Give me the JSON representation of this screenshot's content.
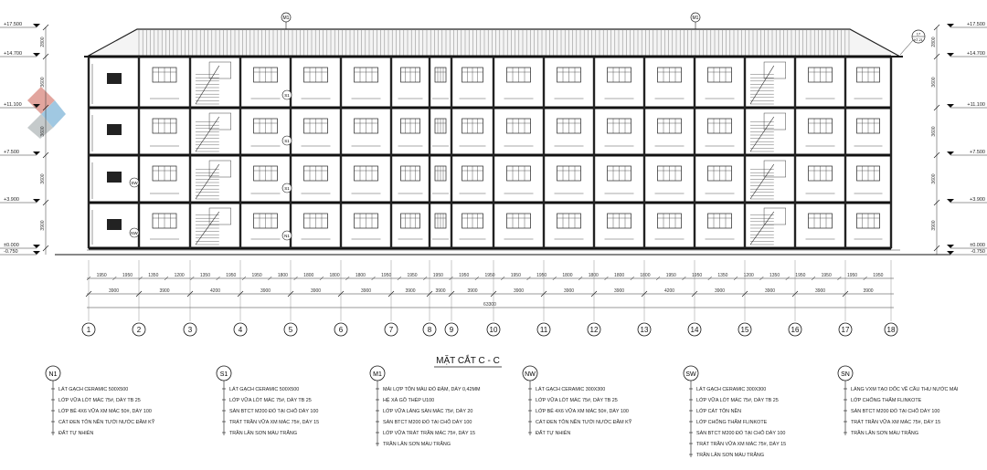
{
  "section_title": "MẶT CẮT C - C",
  "total_dimension": "63300",
  "levels_left": [
    "+17.500",
    "+14.700",
    "+11.100",
    "+7.500",
    "+3.900",
    "±0.000",
    "-0.750"
  ],
  "levels_right": [
    "+17.500",
    "+14.700",
    "+11.100",
    "+7.500",
    "+3.900",
    "±0.000",
    "-0.750"
  ],
  "vertical_dims": [
    "2800",
    "3600",
    "3600",
    "3600",
    "3900",
    "750"
  ],
  "bay_dims": [
    "3900",
    "3900",
    "4200",
    "3900",
    "3900",
    "3900",
    "3900",
    "3900",
    "3900",
    "3900",
    "3900",
    "3900",
    "4200",
    "3900",
    "3900",
    "3900",
    "3900"
  ],
  "sub_dims": [
    "1950",
    "1950",
    "1350",
    "1200",
    "1350",
    "1950",
    "1950",
    "1800",
    "1800",
    "1800",
    "1800",
    "1950",
    "1950",
    "1950",
    "1950",
    "1950",
    "1950",
    "1950",
    "1800",
    "1800",
    "1800",
    "1800",
    "1950",
    "1950",
    "1350",
    "1200",
    "1350",
    "1950",
    "1950",
    "1950",
    "1950"
  ],
  "grid_axes": [
    "1",
    "2",
    "3",
    "4",
    "5",
    "6",
    "7",
    "8",
    "9",
    "10",
    "11",
    "12",
    "13",
    "14",
    "15",
    "16",
    "17",
    "18"
  ],
  "roof_tags": [
    "M1",
    "M1"
  ],
  "wall_tags": [
    "S1",
    "S1",
    "S1",
    "SW",
    "NW",
    "N1"
  ],
  "detail_tag": {
    "id": "17",
    "sheet": "KT-21"
  },
  "notes": [
    {
      "id": "N1",
      "items": [
        "LÁT GẠCH CERAMIC 500X500",
        "LỚP VỮA LÓT MÁC 75#, DÀY TB 25",
        "LỚP BÊ 4X6 VỮA XM MÁC 50#, DÀY 100",
        "CÁT ĐEN TÔN NỀN TƯỚI NƯỚC ĐẦM KỸ",
        "ĐẤT TỰ NHIÊN"
      ]
    },
    {
      "id": "S1",
      "items": [
        "LÁT GẠCH CERAMIC 500X500",
        "LỚP VỮA LÓT MÁC 75#, DÀY TB 25",
        "SÀN BTCT M200 ĐỔ TẠI CHỖ DÀY 100",
        "TRÁT TRẦN VỮA XM MÁC 75#, DÀY 15",
        "TRẦN LĂN SƠN MÀU TRẮNG"
      ]
    },
    {
      "id": "M1",
      "items": [
        "MÁI LỢP TÔN MÀU ĐỎ ĐẬM, DÀY 0,42MM",
        "HỆ XÀ GỒ THÉP U100",
        "LỚP VỮA LÁNG SÀN MÁC 75#, DÀY 20",
        "SÀN BTCT M200 ĐỔ TẠI CHỖ DÀY 100",
        "LỚP VỮA TRÁT TRẦN MÁC 75#, DÀY 15",
        "TRẦN LĂN SƠN MÀU TRẮNG"
      ]
    },
    {
      "id": "NW",
      "items": [
        "LÁT GẠCH CERAMIC 300X300",
        "LỚP VỮA LÓT MÁC 75#, DÀY TB 25",
        "LỚP BÊ 4X6 VỮA XM MÁC 50#, DÀY 100",
        "CÁT ĐEN TÔN NỀN TƯỚI NƯỚC ĐẦM KỸ",
        "ĐẤT TỰ NHIÊN"
      ]
    },
    {
      "id": "SW",
      "items": [
        "LÁT GẠCH CERAMIC 300X300",
        "LỚP VỮA LÓT MÁC 75#, DÀY TB 25",
        "LỚP CÁT TÔN NỀN",
        "LỚP CHỐNG THẤM FLINKOTE",
        "SÀN BTCT M200 ĐỔ TẠI CHỖ DÀY 100",
        "TRÁT TRẦN VỮA XM MÁC 75#, DÀY 15",
        "TRẦN LĂN SƠN MÀU TRẮNG"
      ]
    },
    {
      "id": "SN",
      "items": [
        "LÁNG VXM TẠO DỐC VỀ CẦU THU NƯỚC MÁI",
        "LỚP CHỐNG THẤM FLINKOTE",
        "SÀN BTCT M200 ĐỔ TẠI CHỖ DÀY 100",
        "TRÁT TRẦN VỮA XM MÁC 75#, DÀY 15",
        "TRẦN LĂN SƠN MÀU TRẮNG"
      ]
    }
  ]
}
